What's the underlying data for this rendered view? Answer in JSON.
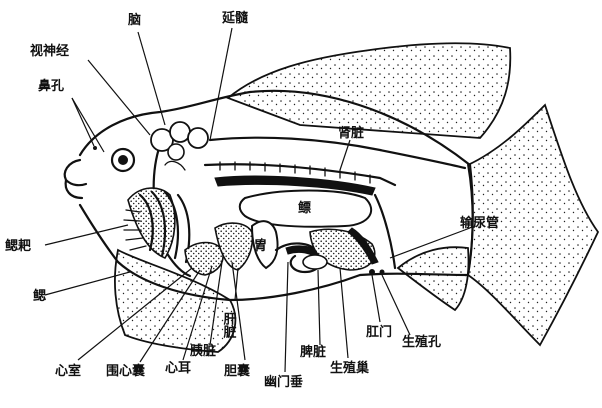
{
  "labels": {
    "brain": "脑",
    "medulla": "延髓",
    "optic_nerve": "视神经",
    "nostril": "鼻孔",
    "kidney": "肾脏",
    "swim_bladder": "鳔",
    "ureter": "输尿管",
    "gill_rakers": "鳃耙",
    "stomach": "胃",
    "gill": "鳃",
    "liver": "肝脏",
    "anus": "肛门",
    "genital_pore": "生殖孔",
    "ventricle": "心室",
    "pericardium": "围心囊",
    "atrium": "心耳",
    "pancreas": "胰脏",
    "gallbladder": "胆囊",
    "pyloric_caeca": "幽门垂",
    "spleen": "脾脏",
    "gonad": "生殖巢"
  }
}
